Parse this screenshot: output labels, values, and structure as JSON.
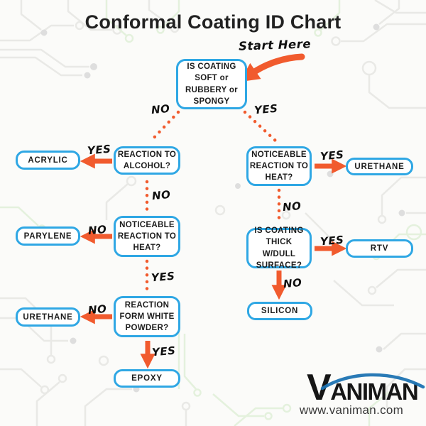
{
  "title": "Conformal Coating ID Chart",
  "colors": {
    "box_border_blue": "#2fa7e4",
    "arrow_orange": "#f15b2e",
    "title_text": "#212121",
    "logo_arc_blue": "#1e73b2"
  },
  "start": {
    "label": "Start Here"
  },
  "nodes": {
    "start_question": {
      "text": "IS COATING\nSOFT or\nRUBBERY or\nSPONGY"
    },
    "reaction_alcohol": {
      "text": "REACTION TO\nALCOHOL?"
    },
    "heat_left": {
      "text": "NOTICEABLE\nREACTION TO\nHEAT?"
    },
    "white_powder": {
      "text": "REACTION\nFORM WHITE\nPOWDER?"
    },
    "heat_right": {
      "text": "NOTICEABLE\nREACTION TO\nHEAT?"
    },
    "thick_dull": {
      "text": "IS COATING\nTHICK W/DULL\nSURFACE?"
    },
    "acrylic": {
      "text": "ACRYLIC"
    },
    "parylene": {
      "text": "PARYLENE"
    },
    "urethane_left": {
      "text": "URETHANE"
    },
    "epoxy": {
      "text": "EPOXY"
    },
    "urethane_right": {
      "text": "URETHANE"
    },
    "rtv": {
      "text": "RTV"
    },
    "silicon": {
      "text": "SILICON"
    }
  },
  "edge_labels": {
    "start_no": "NO",
    "start_yes": "YES",
    "alcohol_yes": "YES",
    "alcohol_no": "NO",
    "heat_left_no": "NO",
    "heat_left_yes": "YES",
    "powder_no": "NO",
    "powder_yes": "YES",
    "heat_right_yes": "YES",
    "heat_right_no": "NO",
    "thick_yes": "YES",
    "thick_no": "NO"
  },
  "footer": {
    "logo_text": "VANIMAN",
    "website": "www.vaniman.com"
  }
}
